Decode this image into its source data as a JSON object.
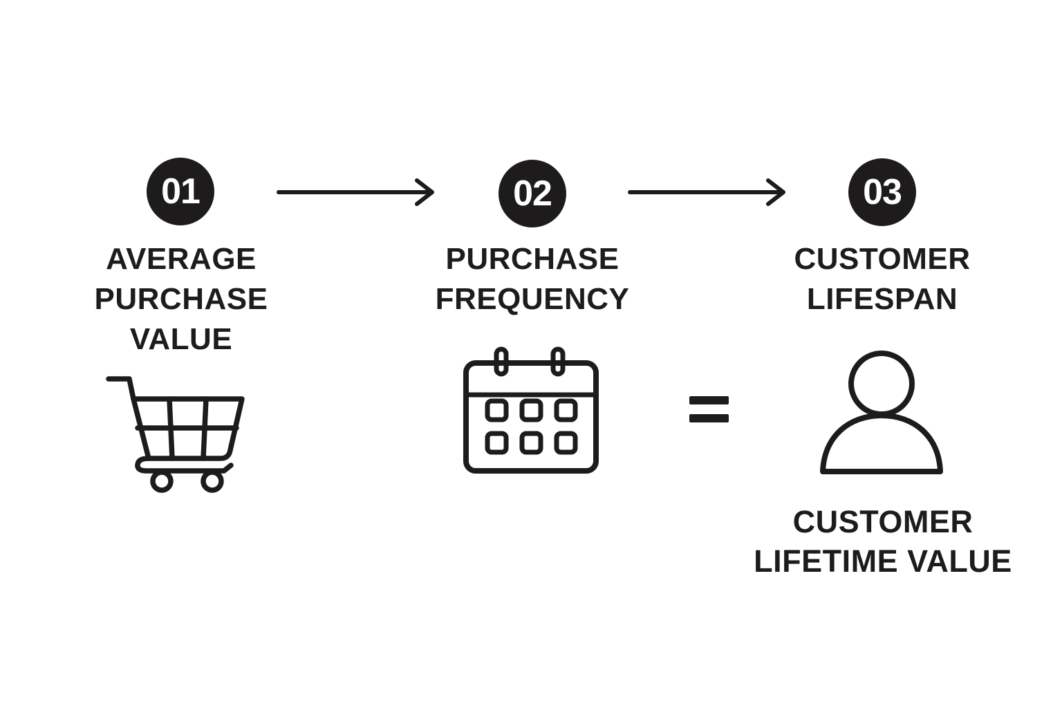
{
  "diagram": {
    "title_semantic": "customer-lifetime-value-formula",
    "colors": {
      "background": "#ffffff",
      "ink": "#1d1b1c",
      "badge_text": "#ffffff"
    },
    "steps": [
      {
        "number": "01",
        "label": "AVERAGE\nPURCHASE\nVALUE",
        "icon": "shopping-cart-icon"
      },
      {
        "number": "02",
        "label": "PURCHASE\nFREQUENCY",
        "icon": "calendar-icon"
      },
      {
        "number": "03",
        "label": "CUSTOMER\nLIFESPAN",
        "icon": "person-icon"
      }
    ],
    "connectors": {
      "arrow_1": "right-arrow",
      "arrow_2": "right-arrow",
      "equals_symbol": "="
    },
    "result": {
      "label": "CUSTOMER\nLIFETIME VALUE"
    }
  }
}
